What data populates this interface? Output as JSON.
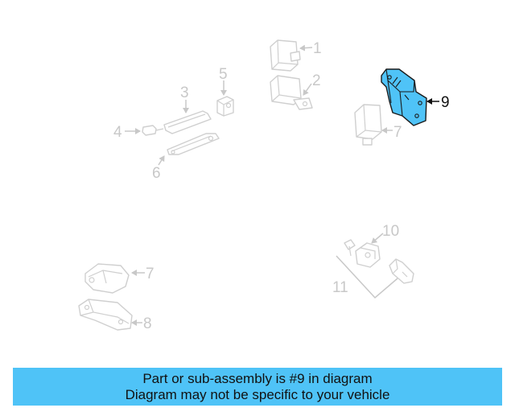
{
  "callouts": {
    "c1": "1",
    "c2": "2",
    "c3": "3",
    "c4": "4",
    "c5": "5",
    "c6": "6",
    "c7a": "7",
    "c7b": "7",
    "c8": "8",
    "c9": "9",
    "c10": "10",
    "c11": "11"
  },
  "highlight_part": "9",
  "banner": {
    "line1": "Part or sub-assembly is #9 in diagram",
    "line2": "Diagram may not be specific to your vehicle"
  },
  "colors": {
    "highlight": "#4fc3f7",
    "banner": "#4fc3f7",
    "part_outline": "#cfcfcf",
    "callout_text": "#c8c8c8"
  }
}
